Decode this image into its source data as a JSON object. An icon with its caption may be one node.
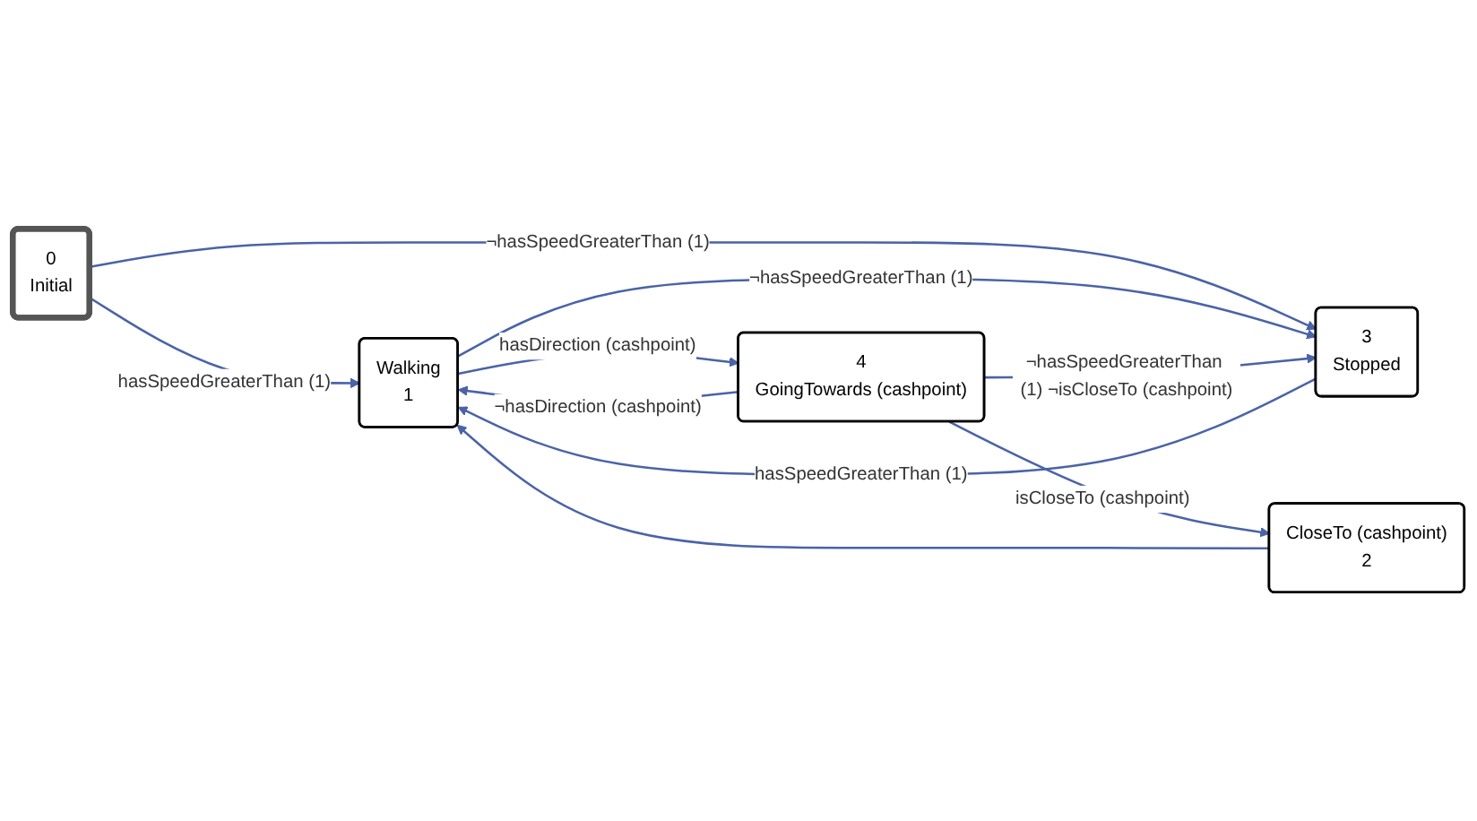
{
  "diagram": {
    "nodes": [
      {
        "text": [
          "Walking",
          "1"
        ]
      },
      {
        "text": [
          "CloseTo (cashpoint)",
          "2"
        ]
      },
      {
        "text": [
          "0",
          "Initial"
        ]
      },
      {
        "text": [
          "3",
          "Stopped"
        ]
      },
      {
        "text": [
          "4",
          "GoingTowards (cashpoint)"
        ]
      }
    ],
    "edges": [
      {
        "from": 2,
        "to": 0,
        "arrow": "to",
        "label": "hasSpeedGreaterThan (1)"
      },
      {
        "from": 2,
        "to": 3,
        "arrow": "to",
        "label": "¬hasSpeedGreaterThan (1)"
      },
      {
        "from": 0,
        "to": 3,
        "arrow": "to",
        "label": "¬hasSpeedGreaterThan (1)"
      },
      {
        "from": 3,
        "to": 0,
        "arrow": "to",
        "label": "hasSpeedGreaterThan (1)"
      },
      {
        "from": 1,
        "to": 0,
        "arrow": "to"
      },
      {
        "from": 0,
        "to": 4,
        "arrow": "to",
        "label": "hasDirection (cashpoint)"
      },
      {
        "from": 4,
        "to": 0,
        "arrow": "to",
        "label": "¬hasDirection (cashpoint)"
      },
      {
        "from": 4,
        "to": 1,
        "arrow": "to",
        "label": "isCloseTo (cashpoint)"
      },
      {
        "from": 4,
        "to": 3,
        "arrow": "to",
        "label": "¬hasSpeedGreaterThan (1) ¬isCloseTo (cashpoint)"
      }
    ]
  }
}
